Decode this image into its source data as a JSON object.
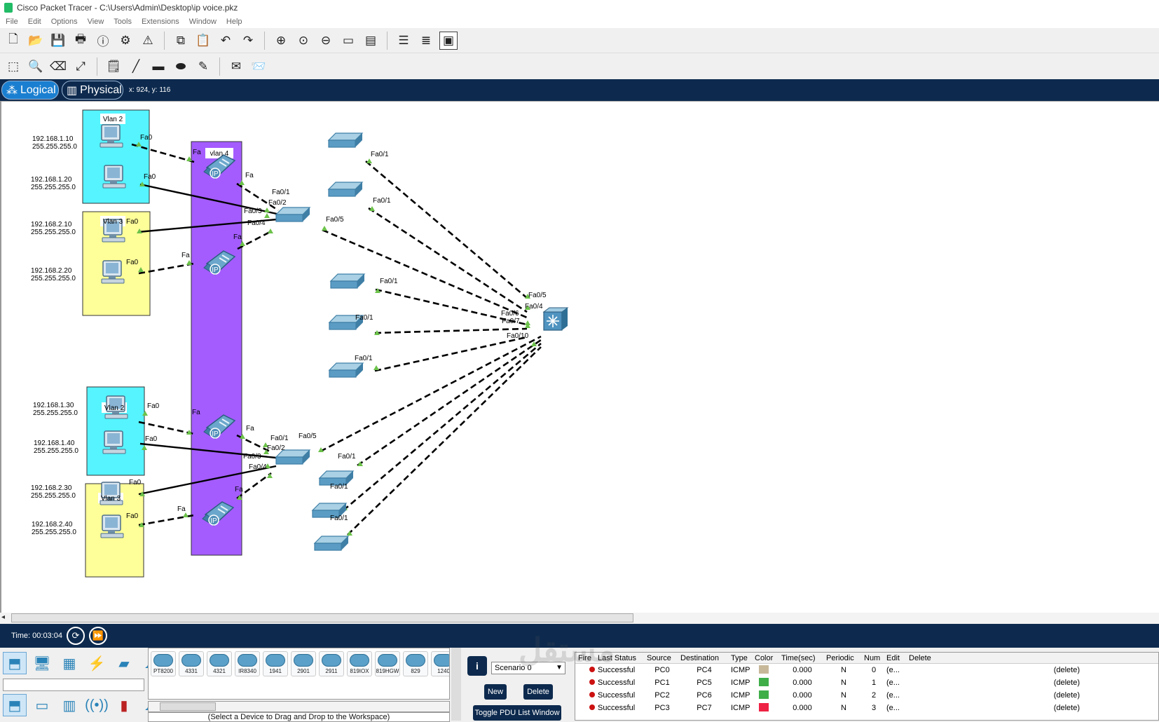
{
  "window": {
    "title": "Cisco Packet Tracer - C:\\Users\\Admin\\Desktop\\ip voice.pkz"
  },
  "menu": [
    "File",
    "Edit",
    "Options",
    "View",
    "Tools",
    "Extensions",
    "Window",
    "Help"
  ],
  "modes": {
    "logical": "Logical",
    "physical": "Physical",
    "coords": "x: 924, y: 116"
  },
  "topology": {
    "vlan_boxes": [
      {
        "label": "Vlan 2",
        "color": "#55f4ff"
      },
      {
        "label": "Vlan 3",
        "color": "#ffff99"
      },
      {
        "label": "Vlan 2",
        "color": "#55f4ff"
      },
      {
        "label": "Vlan 3",
        "color": "#ffff99"
      }
    ],
    "voice_vlan": {
      "label": "vlan 4",
      "color": "#a45cff"
    },
    "pc_addresses": [
      {
        "ip": "192.168.1.10",
        "mask": "255.255.255.0"
      },
      {
        "ip": "192.168.1.20",
        "mask": "255.255.255.0"
      },
      {
        "ip": "192.168.2.10",
        "mask": "255.255.255.0"
      },
      {
        "ip": "192.168.2.20",
        "mask": "255.255.255.0"
      },
      {
        "ip": "192.168.1.30",
        "mask": "255.255.255.0"
      },
      {
        "ip": "192.168.1.40",
        "mask": "255.255.255.0"
      },
      {
        "ip": "192.168.2.30",
        "mask": "255.255.255.0"
      },
      {
        "ip": "192.168.2.40",
        "mask": "255.255.255.0"
      }
    ],
    "phone_label": "IP",
    "port_labels": [
      "Fa0",
      "Fa0",
      "Fa0",
      "Fa0",
      "Fa",
      "Fa",
      "Fa",
      "Fa",
      "Fa0/1",
      "Fa0/2",
      "Fa0/3",
      "Fa0/4",
      "Fa0/5",
      "Fa0/1",
      "Fa0/1",
      "Fa0/1",
      "Fa0/1",
      "Fa0/1",
      "Fa0/5",
      "Fa0/4",
      "Fa0/6",
      "Fa0/7",
      "Fa0/10",
      "Fa0",
      "Fa0",
      "Fa0",
      "Fa0",
      "Fa",
      "Fa",
      "Fa",
      "Fa",
      "Fa0/1",
      "Fa0/2",
      "Fa0/3",
      "Fa0/4",
      "Fa0/5",
      "Fa0/1",
      "Fa0/1",
      "Fa0/1"
    ]
  },
  "time": {
    "label": "Time: 00:03:04"
  },
  "devices": [
    "PT8200",
    "4331",
    "4321",
    "IR8340",
    "1941",
    "2901",
    "2911",
    "819IOX",
    "819HGW",
    "829",
    "1240"
  ],
  "device_hint": "(Select a Device to Drag and Drop to the Workspace)",
  "scenario": {
    "name": "Scenario 0",
    "new": "New",
    "delete": "Delete",
    "toggle": "Toggle PDU List Window"
  },
  "pdu_table": {
    "headers": [
      "Fire",
      "Last Status",
      "Source",
      "Destination",
      "Type",
      "Color",
      "Time(sec)",
      "Periodic",
      "Num",
      "Edit",
      "Delete"
    ],
    "rows": [
      {
        "status": "Successful",
        "src": "PC0",
        "dst": "PC4",
        "type": "ICMP",
        "color": "#c8b89a",
        "time": "0.000",
        "periodic": "N",
        "num": "0",
        "edit": "(e...",
        "del": "(delete)"
      },
      {
        "status": "Successful",
        "src": "PC1",
        "dst": "PC5",
        "type": "ICMP",
        "color": "#3fae49",
        "time": "0.000",
        "periodic": "N",
        "num": "1",
        "edit": "(e...",
        "del": "(delete)"
      },
      {
        "status": "Successful",
        "src": "PC2",
        "dst": "PC6",
        "type": "ICMP",
        "color": "#3fae49",
        "time": "0.000",
        "periodic": "N",
        "num": "2",
        "edit": "(e...",
        "del": "(delete)"
      },
      {
        "status": "Successful",
        "src": "PC3",
        "dst": "PC7",
        "type": "ICMP",
        "color": "#ee2244",
        "time": "0.000",
        "periodic": "N",
        "num": "3",
        "edit": "(e...",
        "del": "(delete)"
      }
    ]
  }
}
